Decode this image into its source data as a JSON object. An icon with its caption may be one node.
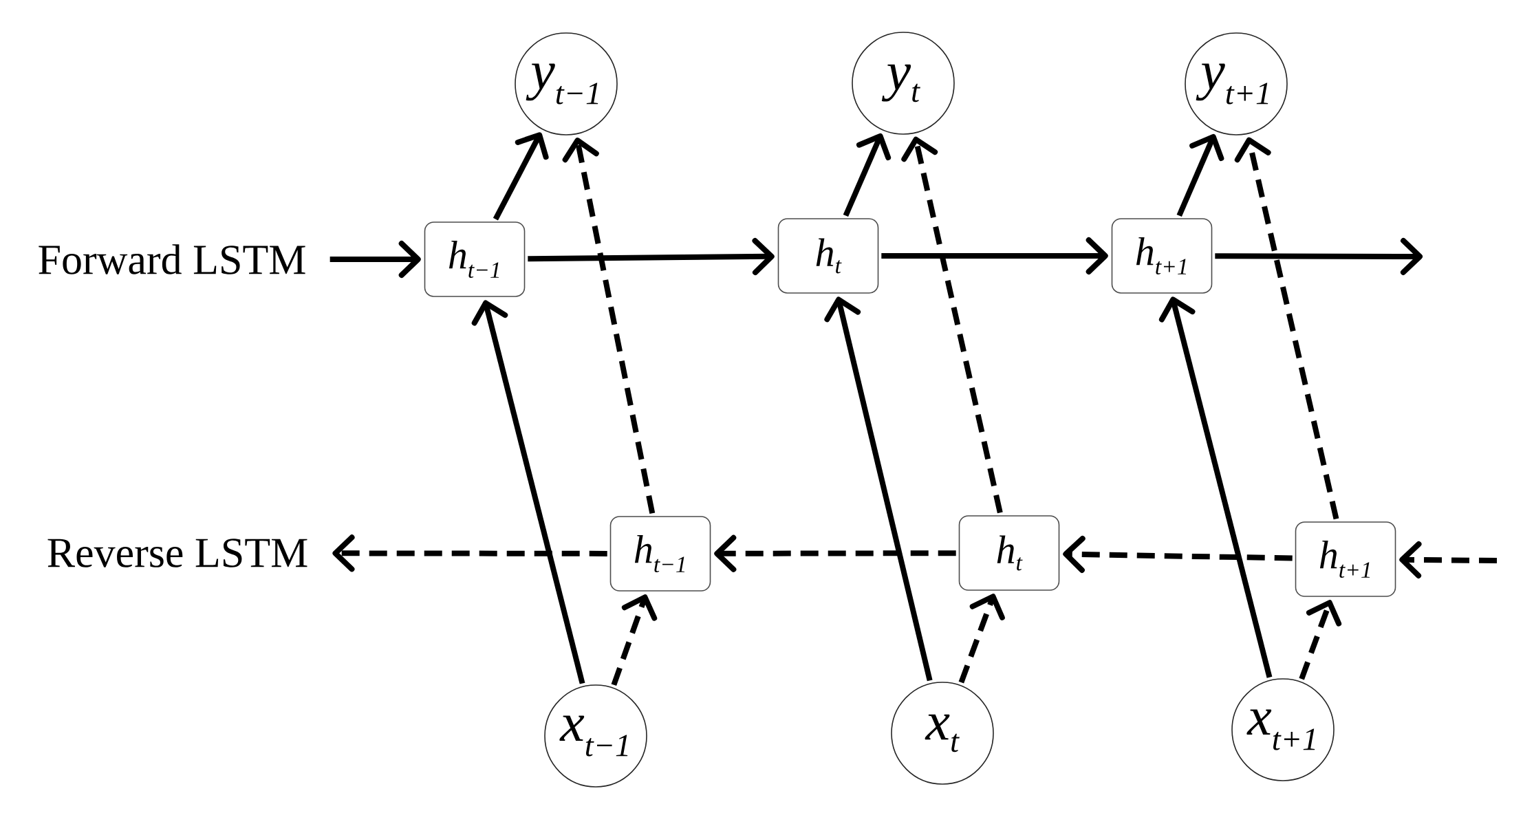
{
  "diagram": {
    "nodes": [
      {
        "text": [
          "y$_{t−1}$"
        ]
      },
      {
        "text": [
          "y$_{t}$"
        ]
      },
      {
        "text": [
          "y$_{t+1}$"
        ]
      },
      {
        "text": [
          "Forward LSTM"
        ]
      },
      {
        "text": [
          "h$_{t−1}$"
        ]
      },
      {
        "text": [
          "h$_{t}$"
        ]
      },
      {
        "text": [
          "h$_{t+1}$"
        ]
      },
      {
        "text": [
          "Reverse LSTM"
        ]
      },
      {
        "text": [
          "h$_{t−1}$"
        ]
      },
      {
        "text": [
          "h$_{t}$"
        ]
      },
      {
        "text": [
          "h$_{t+1}$"
        ]
      },
      {
        "text": [
          "x$_{t−1}$"
        ]
      },
      {
        "text": [
          "x$_{t}$"
        ]
      },
      {
        "text": [
          "x$_{t+1}$"
        ]
      }
    ],
    "edges": [
      {
        "from": 3,
        "to": 4,
        "arrow": "to"
      },
      {
        "from": 4,
        "to": 5,
        "arrow": "to"
      },
      {
        "from": 5,
        "to": 6,
        "arrow": "to"
      },
      {
        "from": 6,
        "to": null,
        "arrow": "to"
      },
      {
        "from": 4,
        "to": 0,
        "arrow": "to"
      },
      {
        "from": 8,
        "to": 0,
        "arrow": "to",
        "style": "dashed"
      },
      {
        "from": 5,
        "to": 1,
        "arrow": "to"
      },
      {
        "from": 9,
        "to": 1,
        "arrow": "to",
        "style": "dashed"
      },
      {
        "from": 6,
        "to": 2,
        "arrow": "to"
      },
      {
        "from": 10,
        "to": 2,
        "arrow": "to",
        "style": "dashed"
      },
      {
        "from": null,
        "to": 10,
        "arrow": "to",
        "style": "dashed"
      },
      {
        "from": 10,
        "to": 9,
        "arrow": "to",
        "style": "dashed"
      },
      {
        "from": 9,
        "to": 8,
        "arrow": "to",
        "style": "dashed"
      },
      {
        "from": 8,
        "to": 7,
        "arrow": "to",
        "style": "dashed"
      },
      {
        "from": 11,
        "to": 4,
        "arrow": "to"
      },
      {
        "from": 11,
        "to": 8,
        "arrow": "to",
        "style": "dashed"
      },
      {
        "from": 12,
        "to": 5,
        "arrow": "to"
      },
      {
        "from": 12,
        "to": 9,
        "arrow": "to",
        "style": "dashed"
      },
      {
        "from": 13,
        "to": 6,
        "arrow": "to"
      },
      {
        "from": 13,
        "to": 10,
        "arrow": "to",
        "style": "dashed"
      }
    ]
  }
}
